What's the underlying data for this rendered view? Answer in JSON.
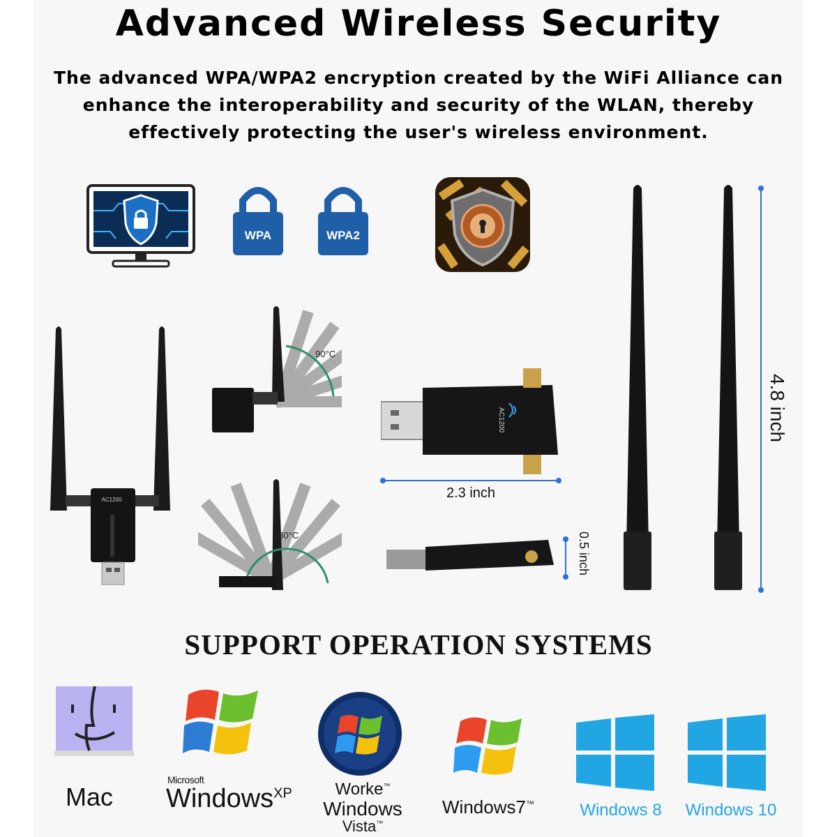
{
  "header": {
    "title": "Advanced Wireless Security",
    "description_lines": [
      "The advanced WPA/WPA2 encryption created by the WiFi Alliance can",
      "enhance the interoperability and security of the WLAN, thereby",
      "effectively protecting the user's wireless environment."
    ]
  },
  "security_icons": {
    "lock_1_label": "WPA",
    "lock_2_label": "WPA2"
  },
  "product": {
    "model_label": "AC1200",
    "angle_1": "90°C",
    "angle_2": "180°C",
    "length": "2.3 inch",
    "thickness": "0.5 inch",
    "antenna_height": "4.8 inch"
  },
  "os_section": {
    "heading": "SUPPORT OPERATION SYSTEMS",
    "mac": "Mac",
    "xp_brand": "Microsoft",
    "xp_name": "Windows",
    "xp_suffix": "XP",
    "vista_line1": "Worke",
    "vista_line2": "Windows",
    "vista_line3": "Vista",
    "tm": "™",
    "win7": "Windows7",
    "win8": "Windows 8",
    "win10": "Windows 10"
  },
  "colors": {
    "dimension_line": "#2f6fd6",
    "lock_blue": "#1e5fa8",
    "win10_blue": "#22a6e3"
  }
}
